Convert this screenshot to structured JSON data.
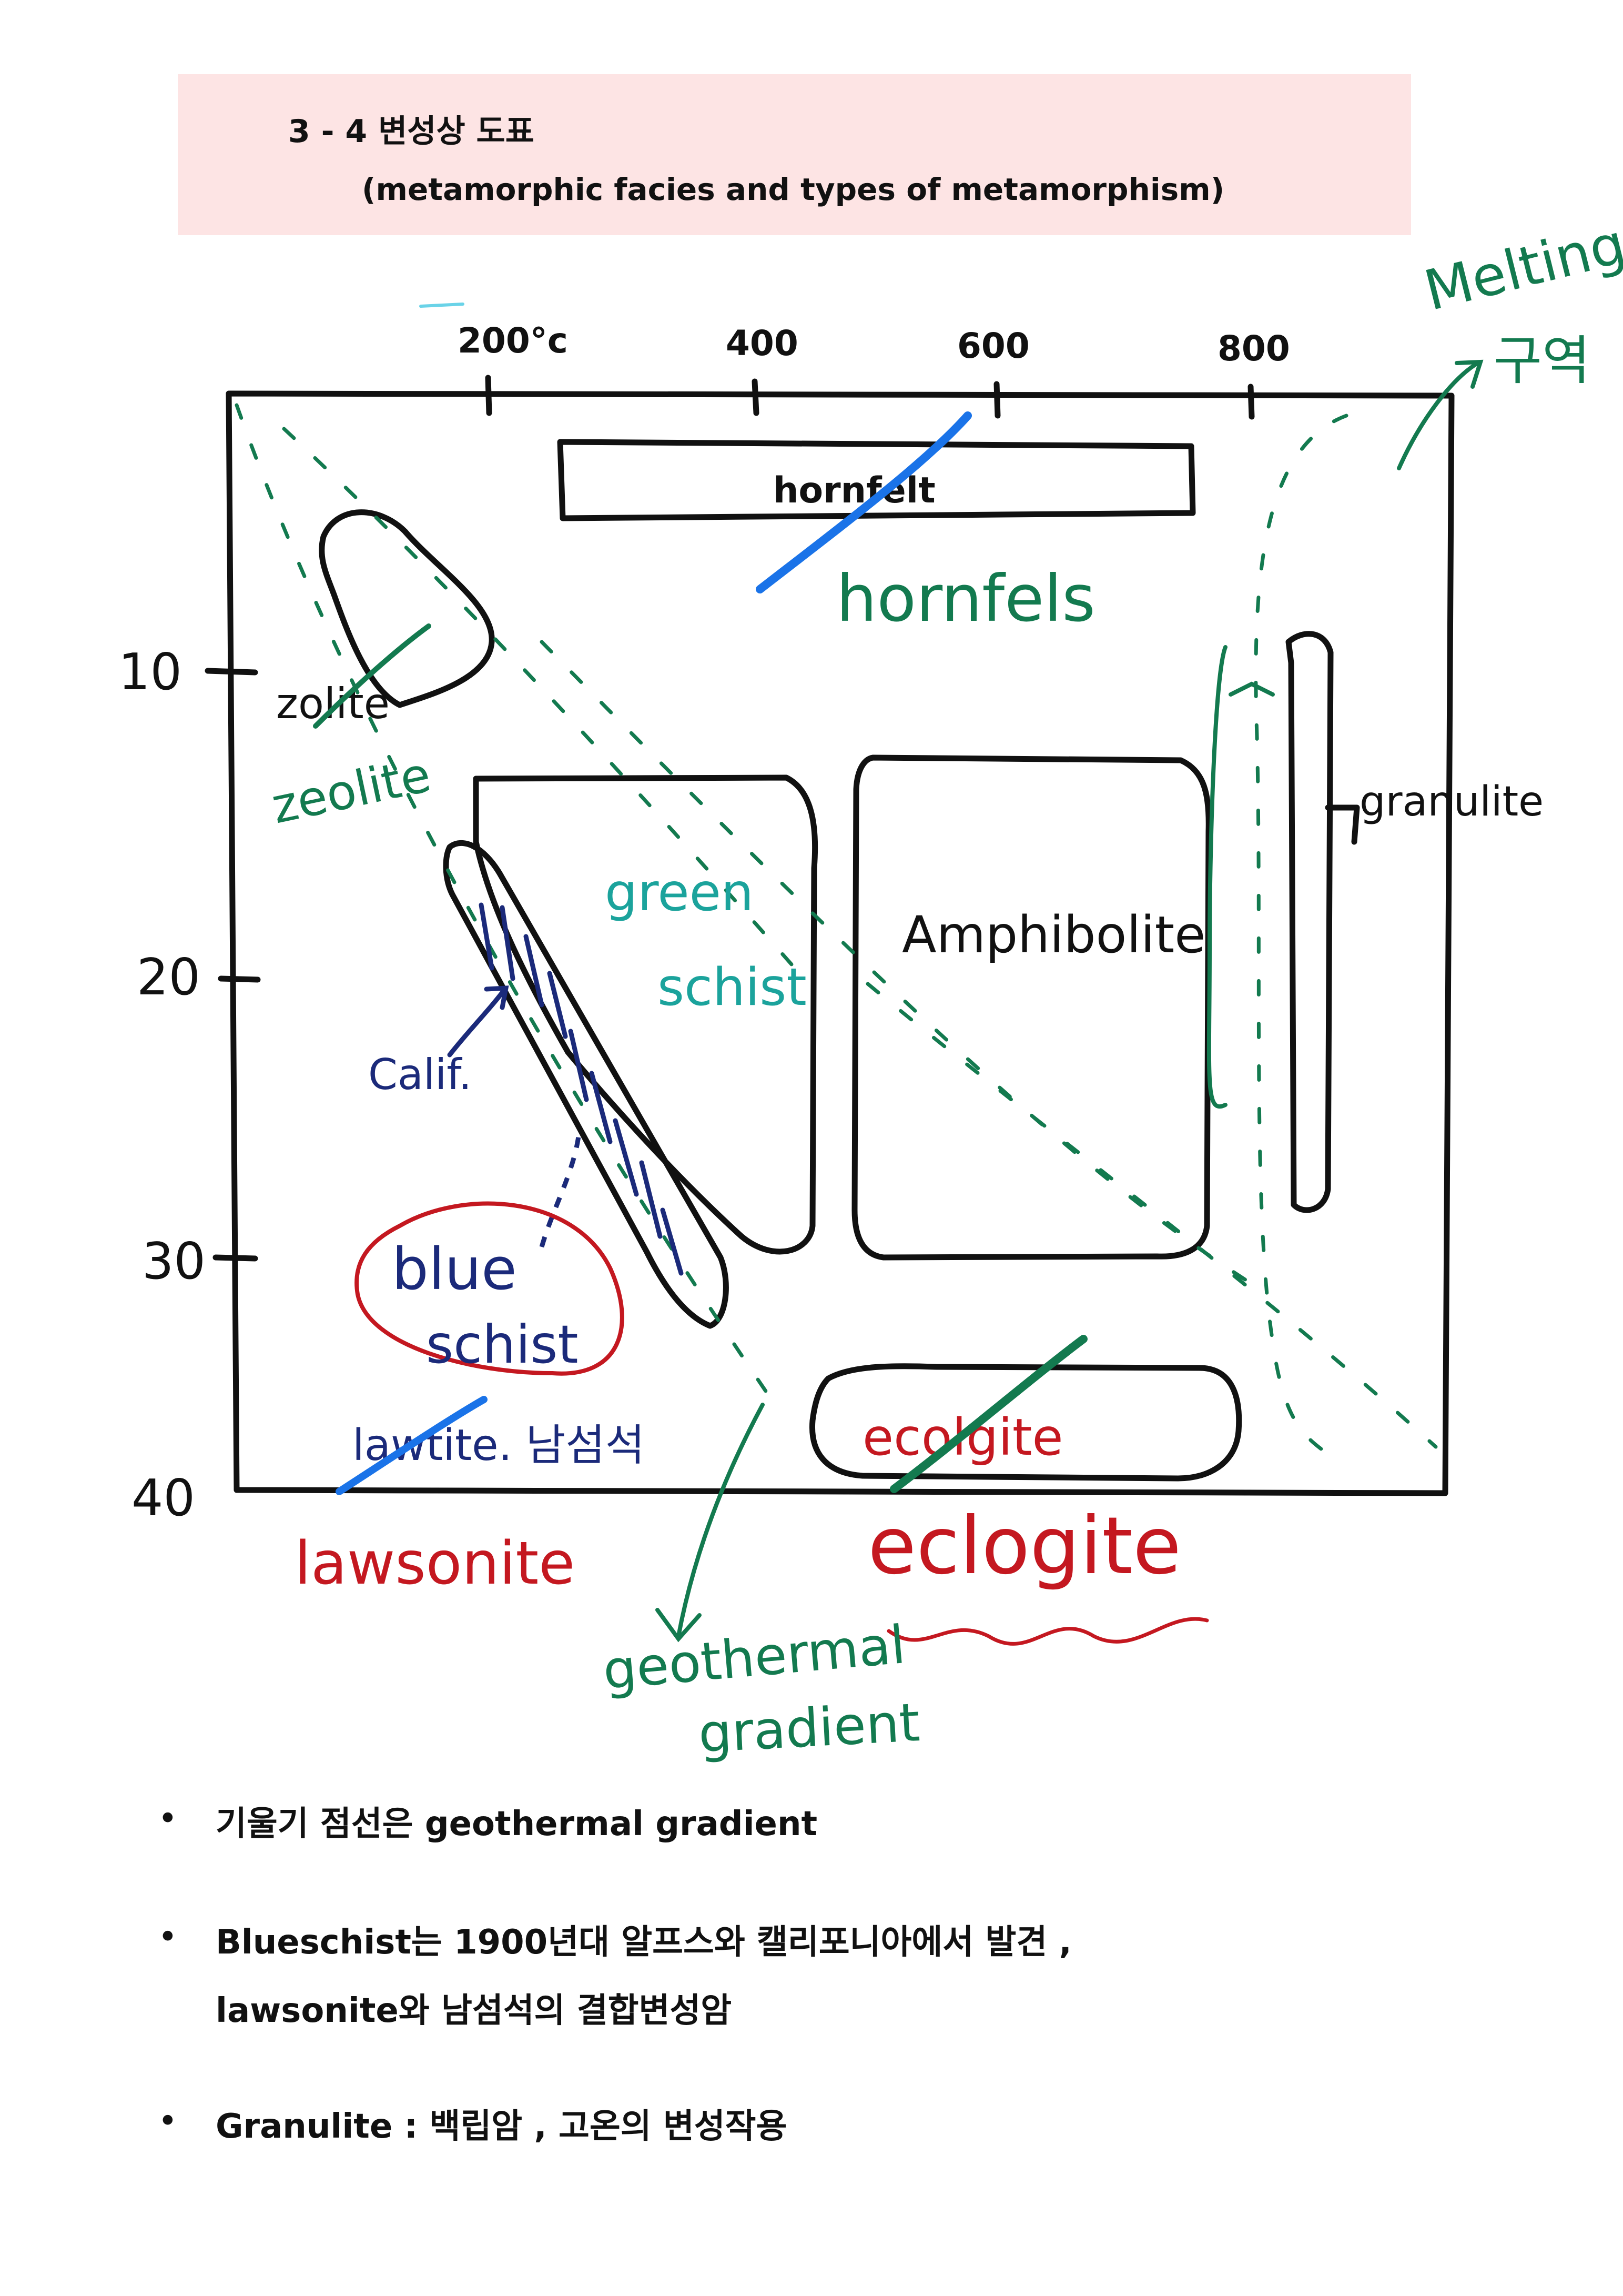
{
  "title": "3 - 4  변성상 도표",
  "subtitle": "(metamorphic facies and types of metamorphism)",
  "axes": {
    "temperature_ticks": [
      "200°c",
      "400",
      "600",
      "800"
    ],
    "depth_ticks": [
      "10",
      "20",
      "30",
      "40"
    ]
  },
  "facies": {
    "hornfels_original": "hornfelt",
    "hornfels_correction": "hornfels",
    "zeolite_original": "zolite",
    "zeolite_correction": "zeolite",
    "greenschist": [
      "green",
      "schist"
    ],
    "amphibolite": "Amphibolite",
    "granulite": "granulite",
    "blueschist": [
      "blue",
      "schist"
    ],
    "calif": "Calif.",
    "lawsonite_original": "lawtite. 남섬석",
    "lawsonite_correction": "lawsonite",
    "eclogite_original": "ecolgite",
    "eclogite_correction": "eclogite"
  },
  "annotations": {
    "melting": "Melting",
    "melting_region": "구역",
    "geothermal": [
      "geothermal",
      "gradient"
    ]
  },
  "colors": {
    "ink": "#111111",
    "green": "#137a4f",
    "teal": "#1ba39c",
    "navy": "#1b2a7a",
    "red": "#c41820",
    "blue": "#1a73e8",
    "header_bg": "#fde4e4"
  },
  "notes": [
    "기울기 점선은   geothermal gradient",
    "Blueschist는 1900년대 알프스와 캘리포니아에서 발견 ,",
    "lawsonite와 남섬석의 결합변성암",
    "Granulite : 백립암 , 고온의 변성작용"
  ]
}
